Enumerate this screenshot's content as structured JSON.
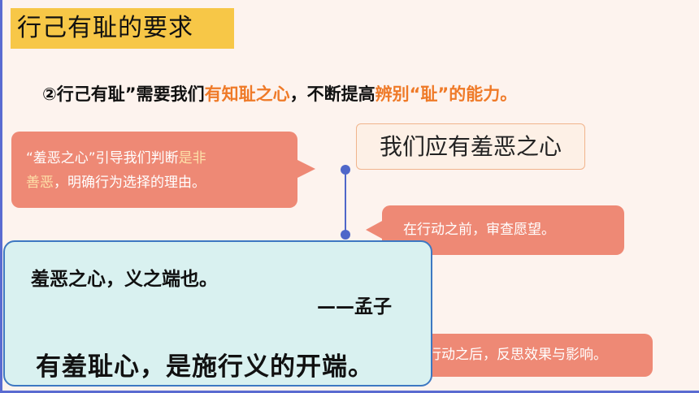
{
  "slide": {
    "title": "行己有耻的要求",
    "headline": {
      "part1": "②行己有耻”需要我们",
      "part2": "有知耻之心",
      "part3": "，不断提高",
      "part4": "辨别“耻”的能力",
      "part5": "。"
    },
    "bubble_left": {
      "text1": "“羞恶之心”引导我们判断",
      "highlight1": "是非",
      "highlight2": "善恶",
      "text2": "，明确行为选择的理由。"
    },
    "heading_box": "我们应有羞恶之心",
    "bubble_before": "在行动之前，审查愿望。",
    "bubble_after": "行动之后，反思效果与影响。",
    "quote": {
      "line1": "羞恶之心，义之端也。",
      "attribution": "——孟子",
      "line2": "有羞耻心，是施行义的开端。"
    }
  },
  "colors": {
    "title_bg": "#f7c747",
    "bubble": "#ee8975",
    "accent_orange": "#ef7a28",
    "quote_bg": "#d9f1f0",
    "connector": "#4f67c9"
  }
}
